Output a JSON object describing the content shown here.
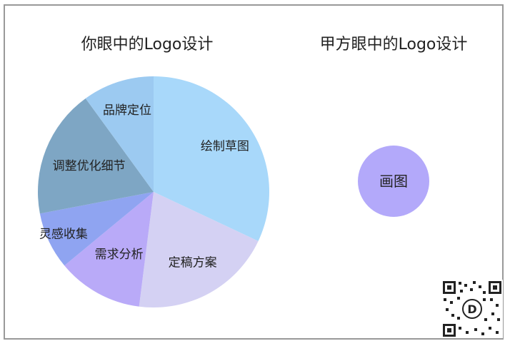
{
  "chart_data": [
    {
      "type": "pie",
      "title": "你眼中的Logo设计",
      "slices": [
        {
          "label": "绘制草图",
          "value": 32,
          "color": "#a8d8fa"
        },
        {
          "label": "定稿方案",
          "value": 20,
          "color": "#d4d1f3"
        },
        {
          "label": "需求分析",
          "value": 12,
          "color": "#b9aaf8"
        },
        {
          "label": "灵感收集",
          "value": 8,
          "color": "#8fa4f1"
        },
        {
          "label": "调整优化细节",
          "value": 18,
          "color": "#7ea6c4"
        },
        {
          "label": "品牌定位",
          "value": 10,
          "color": "#9ccaf1"
        }
      ]
    },
    {
      "type": "pie",
      "title": "甲方眼中的Logo设计",
      "slices": [
        {
          "label": "画图",
          "value": 100,
          "color": "#b3a9fa"
        }
      ]
    }
  ]
}
